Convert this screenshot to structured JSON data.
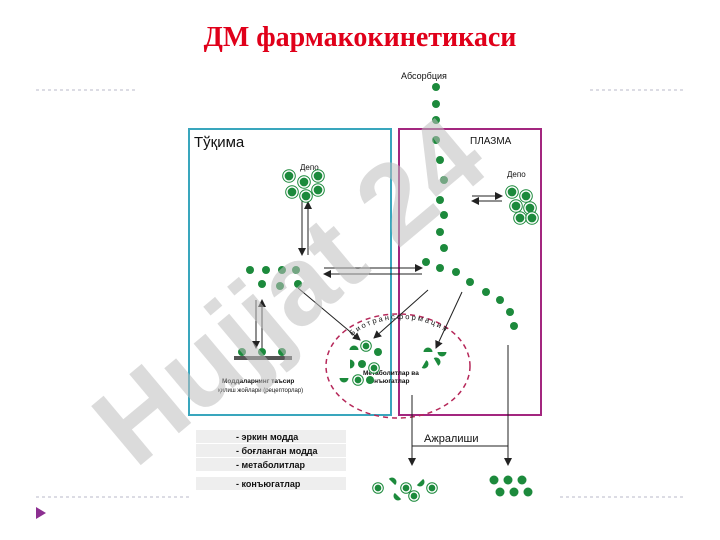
{
  "slide": {
    "title": "ДМ фармакокинетикаси"
  },
  "diagram": {
    "absorption_label": "Абсорбция",
    "tissue_label": "Тўқима",
    "plasma_label": "ПЛАЗМА",
    "depot_tissue_label": "Депо",
    "depot_plasma_label": "Депо",
    "receptor_label_line1": "Моддаларнинг таъсир",
    "receptor_label_line2": "қилиш жойлари (рецепторлар)",
    "biotransformation_label": "Биотрансформация",
    "metabolites_label_line1": "Метаболитлар ва",
    "metabolites_label_line2": "конъюгатлар",
    "excretion_label": "Ажралиши"
  },
  "legend": [
    {
      "label": "- эркин модда"
    },
    {
      "label": "- боғланган модда"
    },
    {
      "label": "- метаболитлар"
    },
    {
      "label": "- конъюгатлар"
    }
  ],
  "watermark": "Hujjat 24",
  "colors": {
    "title": "#e0001a",
    "dot": "#1c8a3c",
    "tissue_box": "#39a6bd",
    "plasma_box": "#a3267f",
    "biotrans_circle": "#b6285a",
    "bullet": "#8c2f91",
    "watermark": "#bdbdbd"
  }
}
